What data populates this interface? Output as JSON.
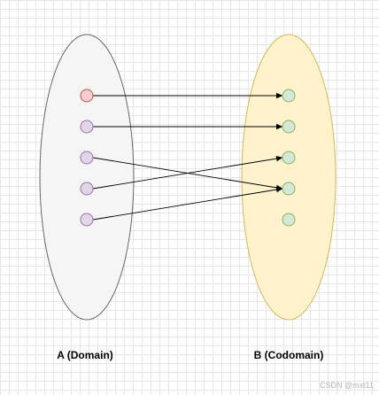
{
  "domain_set": {
    "label": "A (Domain)",
    "fill": "#f5f5f5",
    "stroke": "#666666",
    "element_count": 5,
    "highlight_index": 0,
    "highlight_fill": "#f8cecc",
    "highlight_stroke": "#b85450",
    "element_fill": "#e1d5e7",
    "element_stroke": "#9673a6"
  },
  "codomain_set": {
    "label": "B (Codomain)",
    "fill": "#fff2cc",
    "stroke": "#d6b656",
    "element_count": 5,
    "element_fill": "#d5e8d4",
    "element_stroke": "#82b366"
  },
  "mappings": [
    {
      "from": 0,
      "to": 0
    },
    {
      "from": 1,
      "to": 1
    },
    {
      "from": 2,
      "to": 3
    },
    {
      "from": 3,
      "to": 2
    },
    {
      "from": 4,
      "to": 3
    }
  ],
  "watermark": "CSDN @mxt11"
}
